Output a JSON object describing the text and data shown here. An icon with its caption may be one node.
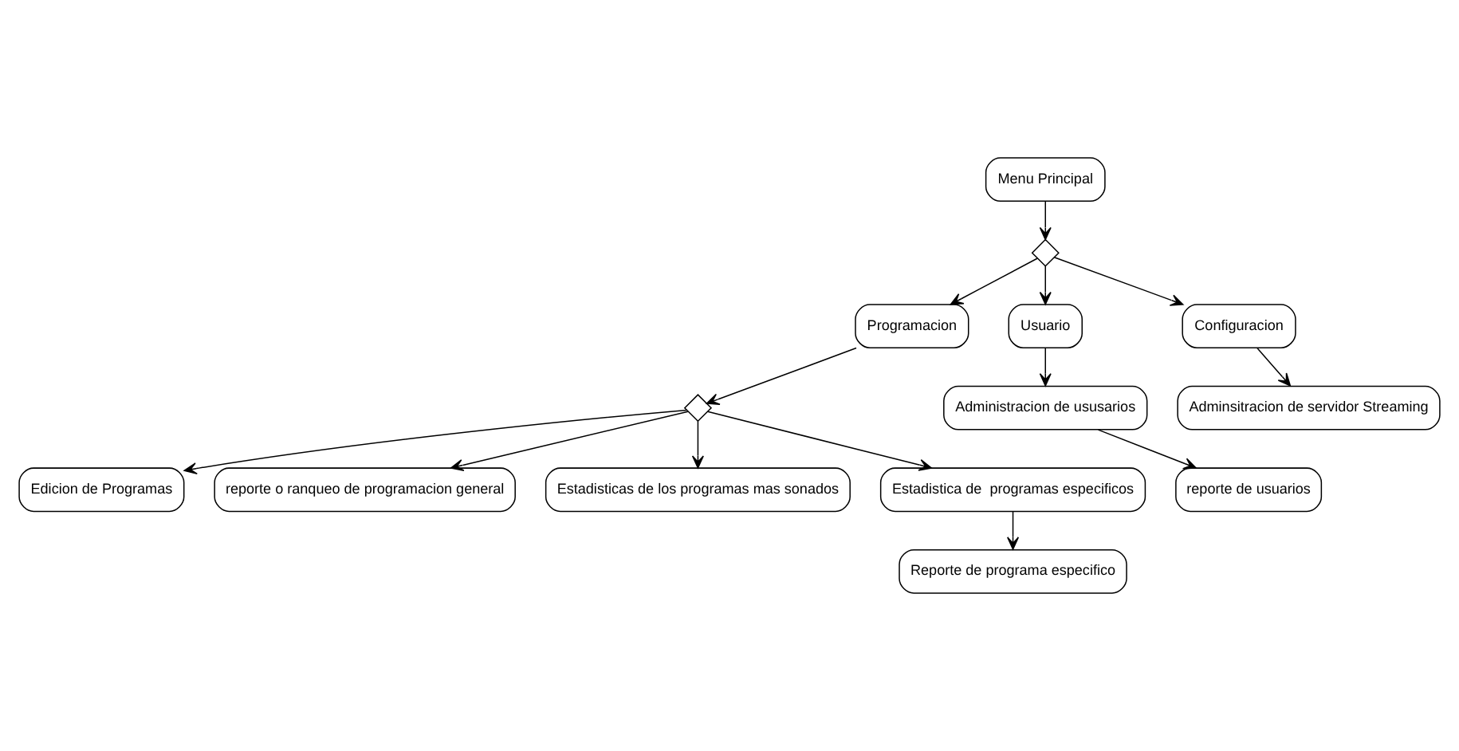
{
  "diagram": {
    "nodes": [
      {
        "text": [
          "Menu Principal"
        ]
      },
      {
        "text": [],
        "shape": "diamond"
      },
      {
        "text": [
          "Programacion"
        ]
      },
      {
        "text": [
          "Usuario"
        ]
      },
      {
        "text": [
          "Configuracion"
        ]
      },
      {
        "text": [
          "Adminsitracion de servidor Streaming"
        ]
      },
      {
        "text": [],
        "shape": "diamond"
      },
      {
        "text": [
          "Edicion de Programas"
        ]
      },
      {
        "text": [
          "reporte o ranqueo de programacion general"
        ]
      },
      {
        "text": [
          "Administracion de ususarios"
        ]
      },
      {
        "text": [
          "Estadisticas de los programas mas sonados"
        ]
      },
      {
        "text": [
          "Estadistica de  programas especificos"
        ]
      },
      {
        "text": [
          "reporte de usuarios"
        ]
      },
      {
        "text": [
          "Reporte de programa especifico"
        ]
      }
    ],
    "edges": [
      {
        "from": 0,
        "to": 1,
        "arrow": "to"
      },
      {
        "from": 1,
        "to": 2,
        "arrow": "to"
      },
      {
        "from": 1,
        "to": 3,
        "arrow": "to"
      },
      {
        "from": 1,
        "to": 4,
        "arrow": "to"
      },
      {
        "from": 4,
        "to": 5,
        "arrow": "to"
      },
      {
        "from": 2,
        "to": 6,
        "arrow": "to"
      },
      {
        "from": 6,
        "to": 7,
        "arrow": "to"
      },
      {
        "from": 6,
        "to": 8,
        "arrow": "to"
      },
      {
        "from": 6,
        "to": 10,
        "arrow": "to"
      },
      {
        "from": 6,
        "to": 11,
        "arrow": "to"
      },
      {
        "from": 3,
        "to": 9,
        "arrow": "to"
      },
      {
        "from": 9,
        "to": 12,
        "arrow": "to"
      },
      {
        "from": 11,
        "to": 13,
        "arrow": "to"
      }
    ]
  }
}
